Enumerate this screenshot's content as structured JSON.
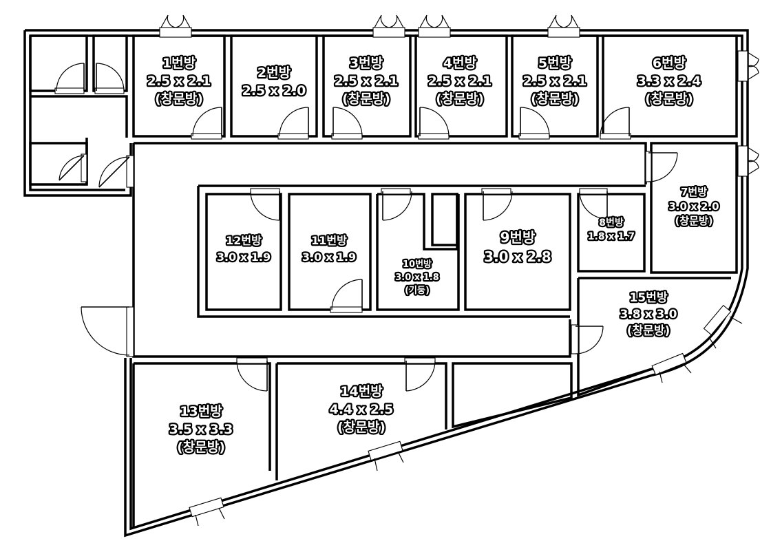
{
  "rooms": [
    {
      "id": "room-1",
      "lines": [
        "1번방",
        "2.5 x 2.1",
        "(창문방)"
      ]
    },
    {
      "id": "room-2",
      "lines": [
        "2번방",
        "2.5 x 2.0"
      ]
    },
    {
      "id": "room-3",
      "lines": [
        "3번방",
        "2.5 x 2.1",
        "(창문방)"
      ]
    },
    {
      "id": "room-4",
      "lines": [
        "4번방",
        "2.5 x 2.1",
        "(창문방)"
      ]
    },
    {
      "id": "room-5",
      "lines": [
        "5번방",
        "2.5 x 2.1",
        "(창문방)"
      ]
    },
    {
      "id": "room-6",
      "lines": [
        "6번방",
        "3.3 x 2.4",
        "(창문방)"
      ]
    },
    {
      "id": "room-7",
      "lines": [
        "7번방",
        "3.0 x 2.0",
        "(창문방)"
      ]
    },
    {
      "id": "room-8",
      "lines": [
        "8번방",
        "1.8 x 1.7"
      ]
    },
    {
      "id": "room-9",
      "lines": [
        "9번방",
        "3.0 x 2.8"
      ]
    },
    {
      "id": "room-10",
      "lines": [
        "10번방",
        "3.0 x 1.8",
        "(기둥)"
      ]
    },
    {
      "id": "room-11",
      "lines": [
        "11번방",
        "3.0 x 1.9"
      ]
    },
    {
      "id": "room-12",
      "lines": [
        "12번방",
        "3.0 x 1.9"
      ]
    },
    {
      "id": "room-13",
      "lines": [
        "13번방",
        "3.5 x 3.3",
        "(창문방)"
      ]
    },
    {
      "id": "room-14",
      "lines": [
        "14번방",
        "4.4 x 2.5",
        "(창문방)"
      ]
    },
    {
      "id": "room-15",
      "lines": [
        "15번방",
        "3.8 x 3.0",
        "(창문방)"
      ]
    }
  ]
}
